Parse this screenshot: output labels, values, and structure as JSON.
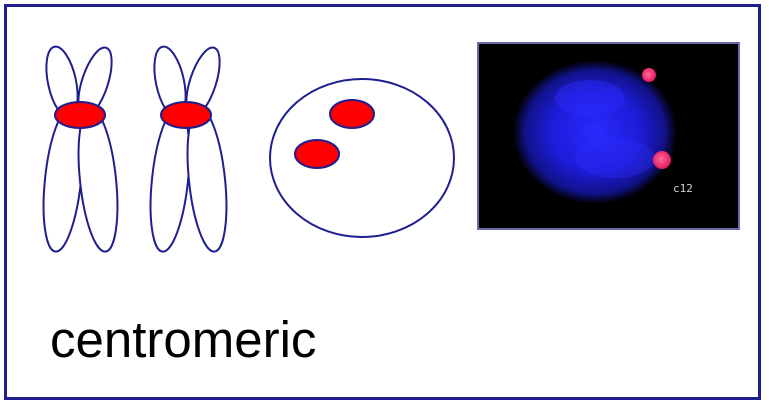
{
  "caption": "centromeric",
  "micrograph_label": "c12",
  "colors": {
    "border": "#1f1f8f",
    "outline": "#1f1f8f",
    "signal": "#ff0000",
    "nucleus": "#1a1acf",
    "micrograph_bg": "#000000",
    "probe": "#ff2a6d"
  },
  "icons": [
    "chromosome-icon",
    "interphase-nucleus-icon",
    "fish-micrograph"
  ]
}
